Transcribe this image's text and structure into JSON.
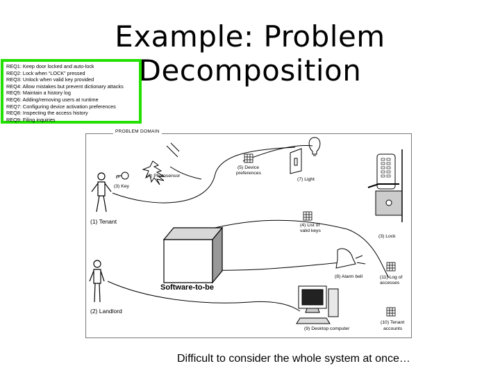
{
  "title": "Example: Problem Decomposition",
  "requirements": [
    "REQ1: Keep door locked and auto-lock",
    "REQ2: Lock when “LOCK” pressed",
    "REQ3: Unlock when valid key provided",
    "REQ4: Allow mistakes but prevent dictionary attacks",
    "REQ5: Maintain a history log",
    "REQ6: Adding/removing users at runtime",
    "REQ7: Configuring device activation preferences",
    "REQ8: Inspecting the access history",
    "REQ9: Filing inquiries"
  ],
  "domain_label": "PROBLEM DOMAIN",
  "labels": {
    "tenant": "(1) Tenant",
    "landlord": "(2) Landlord",
    "key": "(3) Key",
    "lock": "(3) Lock",
    "list_valid_keys": [
      "(4) List of",
      "valid keys"
    ],
    "device_prefs": [
      "(5) Device",
      "preferences"
    ],
    "photosensor": "(6) Photosensor",
    "light": "(7) Light",
    "alarm_bell": "(8) Alarm bell",
    "desktop": "(9) Desktop computer",
    "tenant_accounts": [
      "(10) Tenant",
      "accounts"
    ],
    "log_accesses": [
      "(11) Log of",
      "accesses"
    ],
    "software": "Software-to-be"
  },
  "footer": "Difficult to consider the whole system at once…",
  "colors": {
    "requirements_border": "#22e000"
  }
}
